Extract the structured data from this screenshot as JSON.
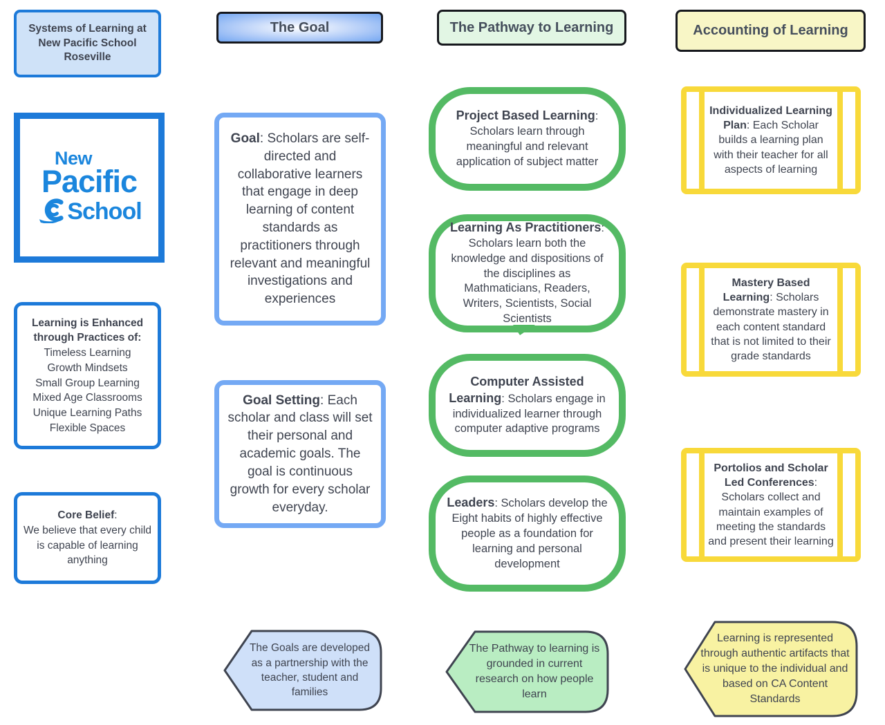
{
  "colors": {
    "brand_blue": "#1d7ad9",
    "light_blue_fill": "#cfe2f8",
    "goal_border_blue": "#74a9f4",
    "goal_gradient_edge": "#74a7f2",
    "green_border": "#54ba64",
    "green_header_fill": "#e2f6e4",
    "green_callout_fill": "#b9edc2",
    "yellow_border": "#f8d93a",
    "yellow_header_fill": "#f8f6c6",
    "yellow_callout_fill": "#f8f2a2",
    "blue_callout_fill": "#cfe0f9",
    "text": "#3f4450",
    "logo_blue": "#1b86dd"
  },
  "left_column": {
    "header": "Systems of Learning at New Pacific School Roseville",
    "logo": {
      "line1": "New",
      "line2": "Pacific",
      "line3": "School"
    },
    "practices": {
      "heading": "Learning is Enhanced through Practices of:",
      "items": [
        "Timeless Learning",
        "Growth Mindsets",
        "Small Group Learning",
        "Mixed Age Classrooms",
        "Unique Learning Paths",
        "Flexible Spaces"
      ]
    },
    "core_belief": {
      "title": "Core Belief",
      "sep": ":",
      "body": "We believe that every child is capable of learning anything"
    }
  },
  "goal_column": {
    "header_label": "The Goal",
    "goal": {
      "title": "Goal",
      "body": ":  Scholars are self-directed and collaborative learners that engage in deep learning of content standards as practitioners through relevant and meaningful investigations and experiences"
    },
    "goal_setting": {
      "title": "Goal Setting",
      "body": ":  Each scholar and class will set their personal and academic goals. The goal is continuous growth for every scholar everyday."
    },
    "callout": "The Goals are developed as a partnership with the teacher, student and families"
  },
  "pathway_column": {
    "header_label": "The Pathway to Learning",
    "boxes": [
      {
        "title": "Project Based Learning",
        "body": ": Scholars learn through meaningful and relevant application of subject matter"
      },
      {
        "title": "Learning As Practitioners",
        "body": ": Scholars learn both the knowledge and dispositions of the disciplines as Mathmaticians, Readers, Writers, Scientists, Social Scientists"
      },
      {
        "title": "Computer Assisted Learning",
        "body": ": Scholars engage in individualized learner through computer adaptive programs"
      },
      {
        "title": "Leaders",
        "body": ":  Scholars develop the Eight habits of highly effective people as a foundation for learning and personal development"
      }
    ],
    "callout": "The Pathway to learning is grounded in current research on how people learn"
  },
  "accounting_column": {
    "header_label": "Accounting of Learning",
    "boxes": [
      {
        "title": "Individualized Learning Plan",
        "body": ": Each Scholar builds a learning plan with their teacher for all aspects of learning"
      },
      {
        "title": "Mastery Based Learning",
        "body": ":  Scholars demonstrate mastery in each content standard that is not limited to their grade standards"
      },
      {
        "title": "Portolios and Scholar Led Conferences",
        "body": ": Scholars collect and maintain examples of meeting the standards and present their learning"
      }
    ],
    "callout": "Learning is represented through authentic artifacts that is unique to the individual and based on CA Content Standards"
  }
}
